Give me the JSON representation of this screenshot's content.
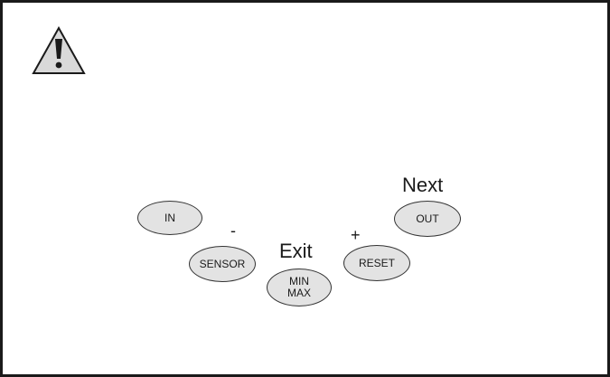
{
  "colors": {
    "border": "#1a1a1a",
    "button_fill": "#e3e3e3",
    "button_stroke": "#333333",
    "warning_fill": "#d9d9d9"
  },
  "warning": {
    "icon": "warning-triangle-icon",
    "symbol": "!"
  },
  "buttons": {
    "in": {
      "label": "IN"
    },
    "sensor": {
      "label": "SENSOR"
    },
    "minmax": {
      "line1": "MIN",
      "line2": "MAX"
    },
    "reset": {
      "label": "RESET"
    },
    "out": {
      "label": "OUT"
    }
  },
  "labels": {
    "minus": "-",
    "exit": "Exit",
    "plus": "+",
    "next": "Next"
  }
}
